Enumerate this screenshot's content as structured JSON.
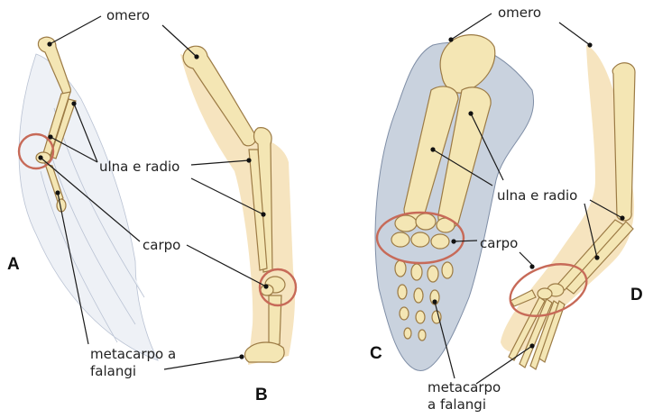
{
  "labels": {
    "omero_1": "omero",
    "omero_2": "omero",
    "ulna_radio_1": "ulna e radio",
    "ulna_radio_2": "ulna e radio",
    "carpo_1": "carpo",
    "carpo_2": "carpo",
    "metacarpo_1_line1": "metacarpo a",
    "metacarpo_1_line2": "falangi",
    "metacarpo_2_line1": "metacarpo",
    "metacarpo_2_line2": "a falangi"
  },
  "panels": {
    "a": "A",
    "b": "B",
    "c": "C",
    "d": "D"
  },
  "colors": {
    "bone": "#f4e6b4",
    "bone_outline": "#9c7b45",
    "carpus_circle": "#c76a58",
    "fin": "#c9d2de",
    "feather": "#eef1f6"
  }
}
